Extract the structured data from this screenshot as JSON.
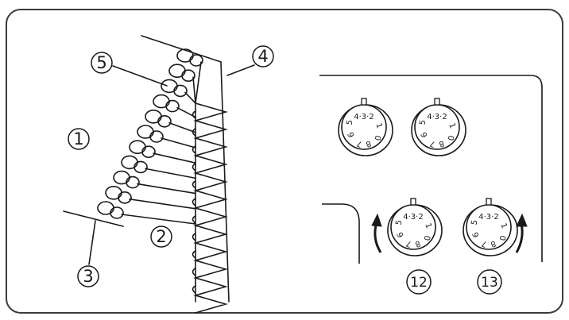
{
  "callouts": {
    "c1": "1",
    "c2": "2",
    "c3": "3",
    "c4": "4",
    "c5": "5",
    "c12": "12",
    "c13": "13"
  },
  "dials": {
    "top_left": {
      "digits": [
        "4·3·2",
        "1",
        "0",
        "8",
        "7",
        "6",
        "5"
      ]
    },
    "top_right": {
      "digits": [
        "4·3·2",
        "1",
        "0",
        "8",
        "7",
        "6",
        "5"
      ]
    },
    "bottom_left": {
      "digits": [
        "4·3·2",
        "1",
        "0",
        "8",
        "7",
        "6",
        "5"
      ]
    },
    "bottom_right": {
      "digits": [
        "4·3·2",
        "1",
        "0",
        "8",
        "7",
        "6",
        "5"
      ]
    }
  },
  "colors": {
    "line": "#1a1a1a",
    "frame": "#3a3a3a",
    "background": "#ffffff"
  }
}
